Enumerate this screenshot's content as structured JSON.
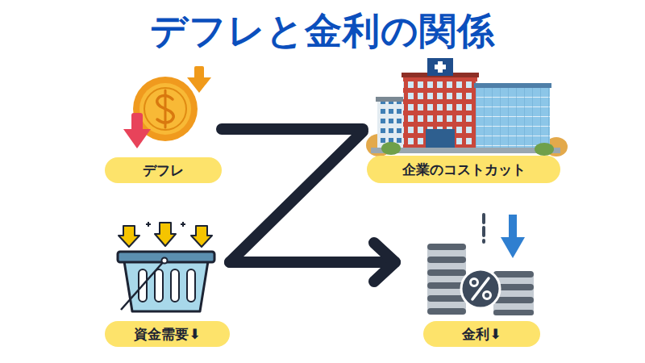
{
  "diagram": {
    "title": "デフレと金利の関係",
    "nodes": [
      {
        "text": [
          "デフレ"
        ]
      },
      {
        "text": [
          "企業のコストカット"
        ]
      },
      {
        "text": [
          "資金需要⬇"
        ]
      },
      {
        "text": [
          "金利⬇"
        ]
      }
    ],
    "edges": [
      {
        "from": 0,
        "to": 1,
        "arrow": "none"
      },
      {
        "from": 1,
        "to": 2,
        "arrow": "none"
      },
      {
        "from": 2,
        "to": 3,
        "arrow": "to"
      }
    ]
  }
}
